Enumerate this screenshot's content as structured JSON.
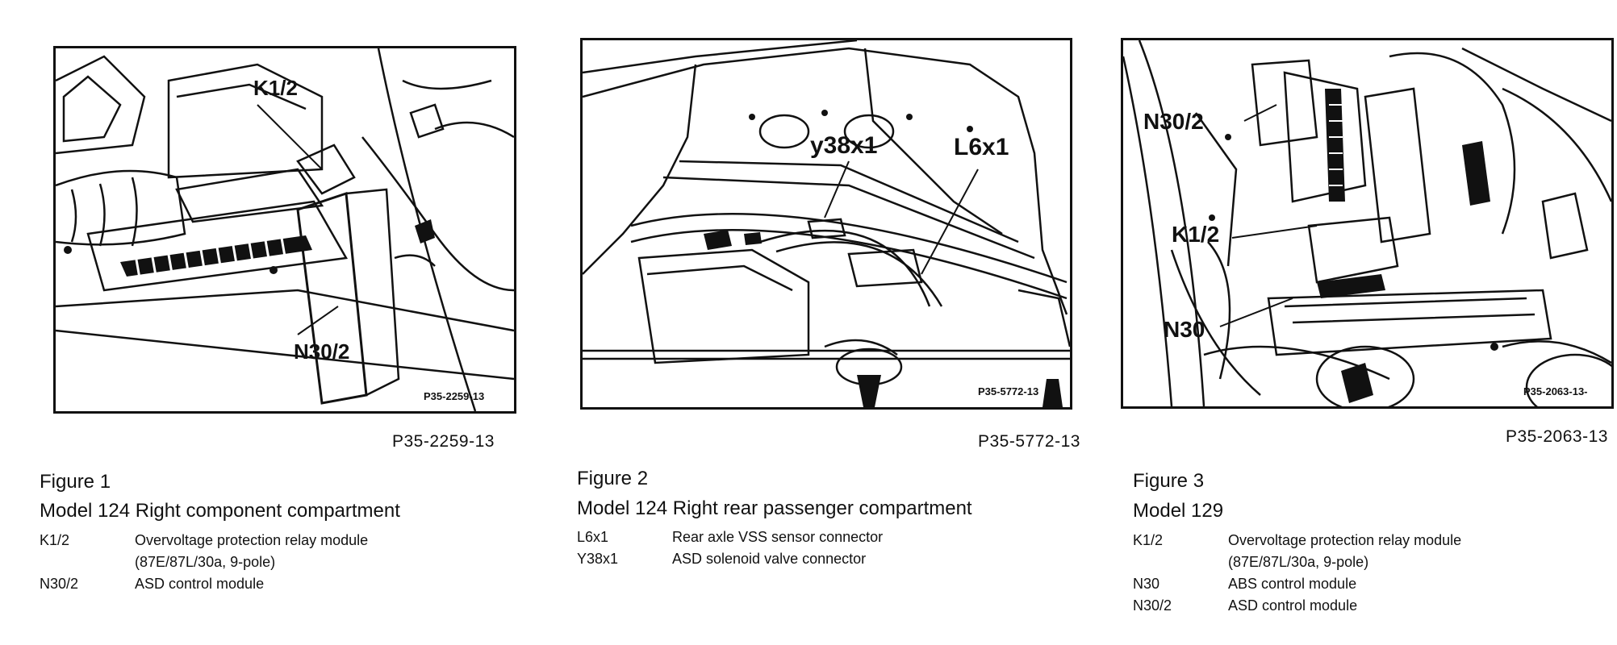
{
  "figures": [
    {
      "image_code": "P35-2259-13",
      "inner_code": "P35-2259-13",
      "callouts": [
        "K1/2",
        "N30/2"
      ],
      "number": "Figure 1",
      "caption": "Model 124  Right component compartment",
      "legend": [
        {
          "code": "K1/2",
          "desc": "Overvoltage protection relay module\n(87E/87L/30a, 9-pole)"
        },
        {
          "code": "N30/2",
          "desc": "ASD control module"
        }
      ]
    },
    {
      "image_code": "P35-5772-13",
      "inner_code": "P35-5772-13",
      "callouts": [
        "y38x1",
        "L6x1"
      ],
      "number": "Figure 2",
      "caption": "Model 124  Right rear passenger compartment",
      "legend": [
        {
          "code": "L6x1",
          "desc": "Rear axle VSS sensor connector"
        },
        {
          "code": "Y38x1",
          "desc": "ASD solenoid valve connector"
        }
      ]
    },
    {
      "image_code": "P35-2063-13",
      "inner_code": "P35-2063-13-",
      "callouts": [
        "N30/2",
        "K1/2",
        "N30"
      ],
      "number": "Figure 3",
      "caption": "Model 129",
      "legend": [
        {
          "code": "K1/2",
          "desc": "Overvoltage protection relay module\n(87E/87L/30a, 9-pole)"
        },
        {
          "code": "N30",
          "desc": "ABS control module"
        },
        {
          "code": "N30/2",
          "desc": "ASD control module"
        }
      ]
    }
  ]
}
